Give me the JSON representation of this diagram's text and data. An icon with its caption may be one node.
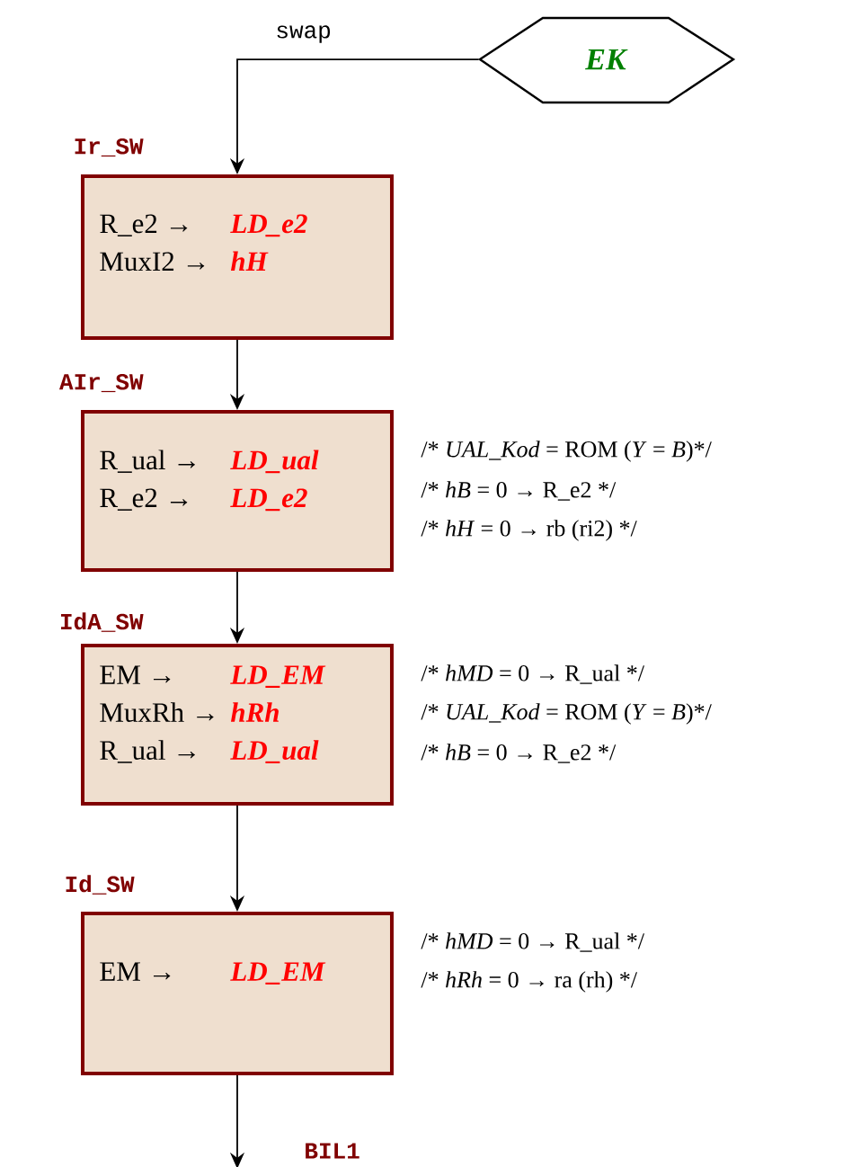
{
  "diagram": {
    "nodes": [
      {
        "text": [
          "EK"
        ]
      },
      {
        "text": [
          "Ir_SW",
          "R_e2 →",
          "LD_e2",
          "MuxI2 →",
          "hH"
        ]
      },
      {
        "text": [
          "AIr_SW",
          "R_ual →",
          "LD_ual",
          "R_e2 →",
          "LD_e2"
        ],
        "beside": [
          "/* *UAL_Kod* = ROM (*Y* = *B*)*/",
          "/* *hB* = 0 → R_e2 */",
          "/* *hH* = 0 → rb (ri2) */"
        ]
      },
      {
        "text": [
          "IdA_SW",
          "EM →",
          "LD_EM",
          "MuxRh →",
          "hRh",
          "R_ual →",
          "LD_ual"
        ],
        "beside": [
          "/* *hMD* = 0 → R_ual */",
          "/* *UAL_Kod* = ROM (*Y* = *B*)*/",
          "/* *hB* = 0 → R_e2 */"
        ]
      },
      {
        "text": [
          "Id_SW",
          "EM →",
          "LD_EM"
        ],
        "beside": [
          "/* *hMD* = 0 → R_ual */",
          "/* *hRh* = 0 → ra (rh) */"
        ]
      }
    ],
    "edges": [
      {
        "from": 0,
        "to": 1,
        "arrow": "to",
        "label": "swap"
      },
      {
        "from": 1,
        "to": 2,
        "arrow": "to"
      },
      {
        "from": 2,
        "to": 3,
        "arrow": "to"
      },
      {
        "from": 3,
        "to": 4,
        "arrow": "to"
      },
      {
        "from": 4,
        "to": null,
        "arrow": "to",
        "label": "BIL1"
      }
    ]
  }
}
